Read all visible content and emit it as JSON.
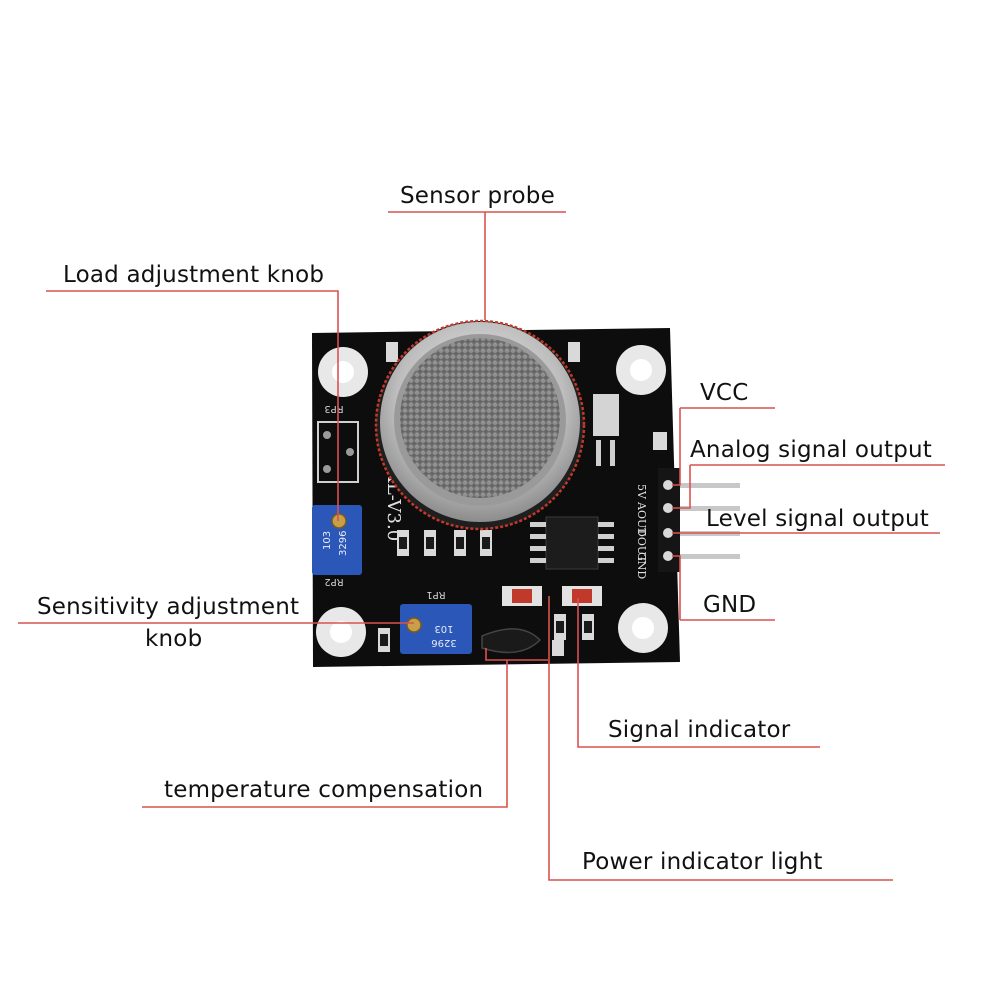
{
  "callouts": {
    "sensor_probe": "Sensor probe",
    "load_knob": "Load adjustment knob",
    "sensitivity_knob_line1": "Sensitivity adjustment",
    "sensitivity_knob_line2": "knob",
    "vcc": "VCC",
    "analog_out": "Analog signal output",
    "level_out": "Level signal output",
    "gnd": "GND",
    "signal_indicator": "Signal indicator",
    "temp_comp": "temperature compensation",
    "power_indicator": "Power indicator light"
  },
  "board_text": {
    "model": "XL-V3.0",
    "rp3": "RP3",
    "rp2": "RP2",
    "rp1": "RP1",
    "pin_5v": "5V",
    "pin_aout": "AOUT",
    "pin_dout": "DOUT",
    "pin_gnd": "GND",
    "pot_code": "103",
    "pot_brand": "3296"
  },
  "colors": {
    "board": "#0d0d0d",
    "leader_line": "#d9534f",
    "potentiometer": "#2b57b8",
    "mesh": "#8a8a8a"
  }
}
